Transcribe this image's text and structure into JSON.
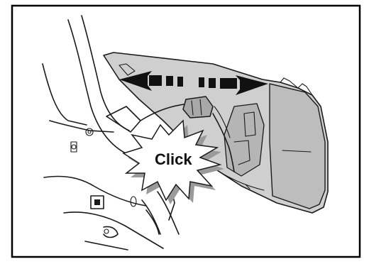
{
  "callout": {
    "text": "Click"
  },
  "colors": {
    "frame": "#000000",
    "panel_fill": "#cfcfcf",
    "panel_shade": "#b8b8b8",
    "arrow": "#111111",
    "burst_fill": "#ffffff",
    "burst_shadow": "#9a9a9a"
  },
  "arrow": {
    "direction": "bidirectional",
    "style": "dashed"
  }
}
